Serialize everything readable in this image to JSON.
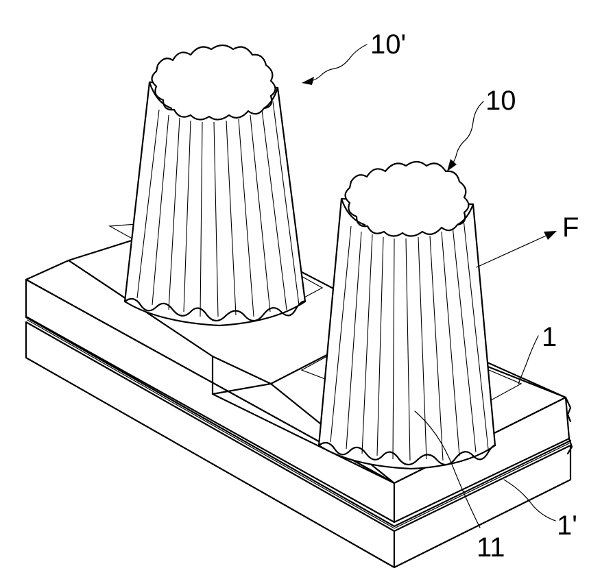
{
  "figure": {
    "labels": {
      "container_a": "10'",
      "container_b": "10",
      "direction": "F",
      "tray_upper": "1",
      "tray_lower": "1'",
      "ribbed_wall": "11"
    }
  }
}
